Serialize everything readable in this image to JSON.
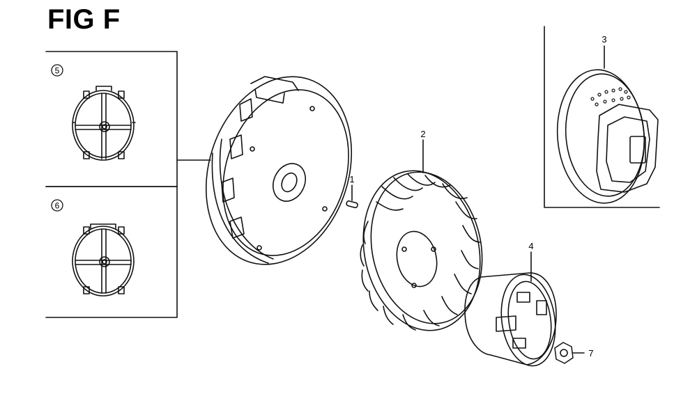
{
  "figure": {
    "title": "FIG F"
  },
  "callouts": {
    "part_1": "1",
    "part_2": "2",
    "part_3": "3",
    "part_4": "4",
    "part_5": "5",
    "part_6": "6",
    "part_7": "7"
  }
}
